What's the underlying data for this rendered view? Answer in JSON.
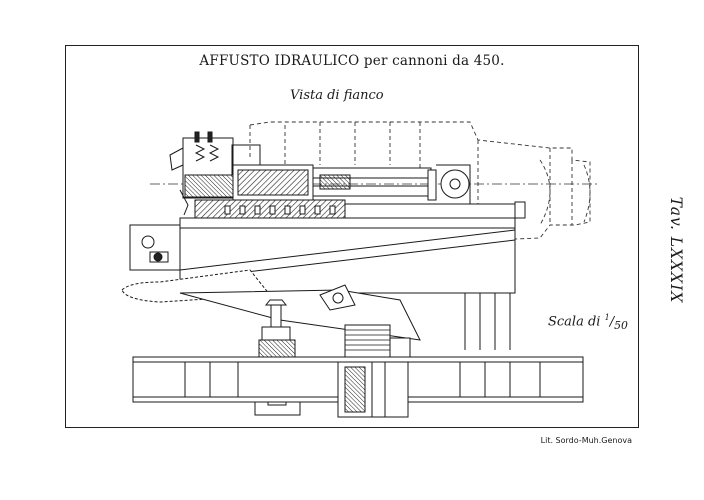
{
  "plate": {
    "title": "AFFUSTO IDRAULICO per cannoni da 450.",
    "subtitle": "Vista di fianco",
    "scale_label": "Scala di",
    "scale_num": "1",
    "scale_den": "50",
    "plate_number": "Tav. LXXXIX",
    "lithographer": "Lit. Sordo-Muh.Genova"
  },
  "colors": {
    "ink": "#1a1a1a",
    "paper": "#ffffff"
  }
}
